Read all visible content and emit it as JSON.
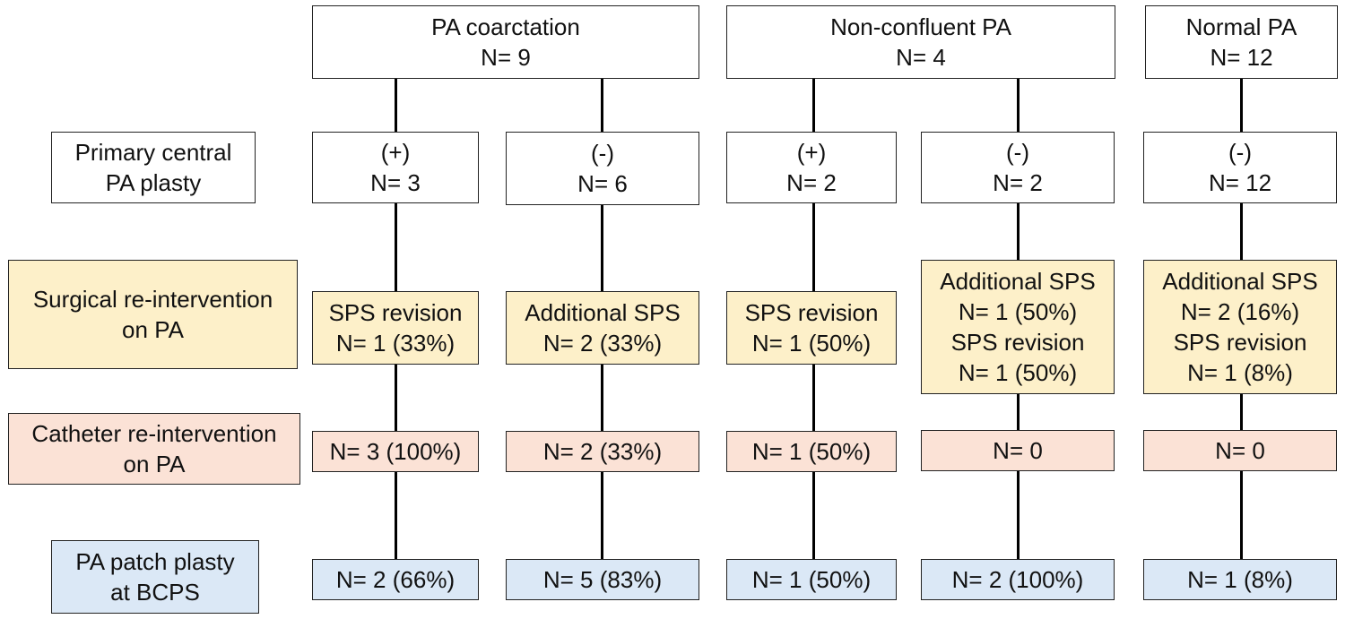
{
  "colors": {
    "surgical": "#fdf0c9",
    "catheter": "#fbe2d6",
    "patch": "#dbe8f6",
    "border": "#222222"
  },
  "groups": [
    {
      "title": "PA coarctation",
      "n": "N= 9"
    },
    {
      "title": "Non-confluent PA",
      "n": "N= 4"
    },
    {
      "title": "Normal PA",
      "n": "N= 12"
    }
  ],
  "row_labels": {
    "primary": [
      "Primary central",
      "PA plasty"
    ],
    "surgical": [
      "Surgical re-intervention",
      "on PA"
    ],
    "catheter": [
      "Catheter re-intervention",
      "on PA"
    ],
    "patch": [
      "PA patch plasty",
      "at BCPS"
    ]
  },
  "columns": [
    {
      "primary": [
        "(+)",
        "N= 3"
      ],
      "surgical": [
        "SPS revision",
        "N= 1 (33%)"
      ],
      "catheter": "N= 3 (100%)",
      "patch": "N= 2 (66%)"
    },
    {
      "primary": [
        "(-)",
        "N= 6"
      ],
      "surgical": [
        "Additional SPS",
        "N= 2 (33%)"
      ],
      "catheter": "N= 2 (33%)",
      "patch": "N= 5 (83%)"
    },
    {
      "primary": [
        "(+)",
        "N= 2"
      ],
      "surgical": [
        "SPS revision",
        "N= 1 (50%)"
      ],
      "catheter": "N= 1 (50%)",
      "patch": "N= 1 (50%)"
    },
    {
      "primary": [
        "(-)",
        "N= 2"
      ],
      "surgical": [
        "Additional SPS",
        "N= 1 (50%)",
        "SPS revision",
        "N= 1 (50%)"
      ],
      "catheter": "N= 0",
      "patch": "N= 2 (100%)"
    },
    {
      "primary": [
        "(-)",
        "N= 12"
      ],
      "surgical": [
        "Additional SPS",
        "N= 2 (16%)",
        "SPS revision",
        "N= 1 (8%)"
      ],
      "catheter": "N= 0",
      "patch": "N= 1 (8%)"
    }
  ]
}
